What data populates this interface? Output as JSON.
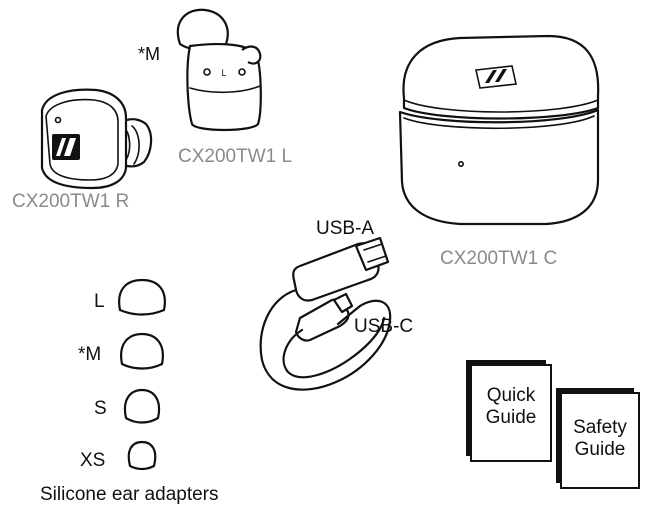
{
  "labels": {
    "left_bud_size": "*M",
    "left_bud": "CX200TW1 L",
    "right_bud": "CX200TW1 R",
    "case": "CX200TW1 C",
    "usb_a": "USB-A",
    "usb_c": "USB-C",
    "ear_adapters_caption": "Silicone ear adapters"
  },
  "ear_adapters": [
    {
      "size": "L"
    },
    {
      "size": "*M"
    },
    {
      "size": "S"
    },
    {
      "size": "XS"
    }
  ],
  "booklets": {
    "quick_line1": "Quick",
    "quick_line2": "Guide",
    "safety_line1": "Safety",
    "safety_line2": "Guide"
  },
  "colors": {
    "product_label": "#8a8a8a",
    "accessory_label": "#111111"
  },
  "icons": [
    "sennheiser-logo-icon"
  ]
}
